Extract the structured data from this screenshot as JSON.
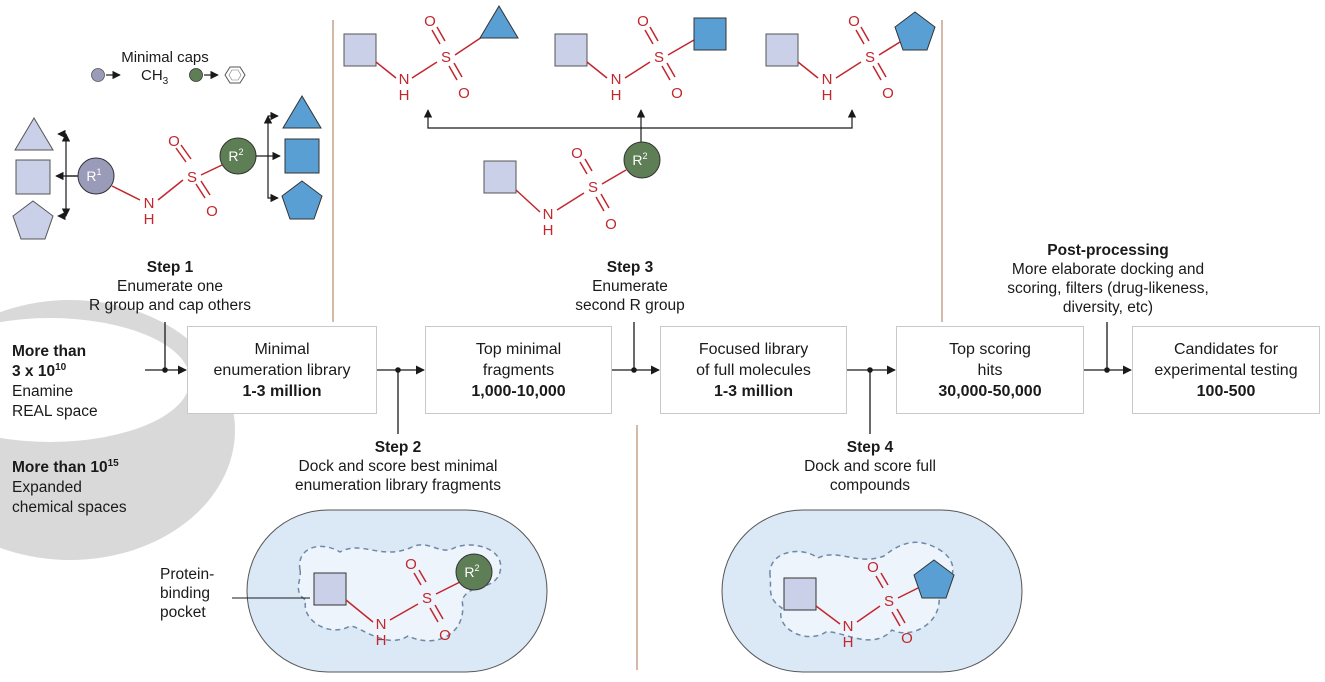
{
  "caps": {
    "title": "Minimal caps",
    "ch3": "CH",
    "ch3_sub": "3"
  },
  "atoms": {
    "r1": "R",
    "r1_sup": "1",
    "r2": "R",
    "r2_sup": "2",
    "o": "O",
    "s": "S",
    "n": "N",
    "h": "H"
  },
  "spaces": {
    "real": {
      "line1": "More than",
      "line2": "3 x 10",
      "line2_sup": "10",
      "line3": "Enamine",
      "line4": "REAL space"
    },
    "expanded": {
      "line1": "More than 10",
      "line1_sup": "15",
      "line2": "Expanded",
      "line3": "chemical spaces"
    }
  },
  "steps": {
    "step1": {
      "title": "Step 1",
      "line1": "Enumerate one",
      "line2": "R group and cap others"
    },
    "step2": {
      "title": "Step 2",
      "line1": "Dock and score best minimal",
      "line2": "enumeration library fragments"
    },
    "step3": {
      "title": "Step 3",
      "line1": "Enumerate",
      "line2": "second R group"
    },
    "step4": {
      "title": "Step 4",
      "line1": "Dock and score full",
      "line2": "compounds"
    },
    "post": {
      "title": "Post-processing",
      "line1": "More elaborate docking and",
      "line2": "scoring, filters (drug-likeness,",
      "line3": "diversity, etc)"
    }
  },
  "boxes": [
    {
      "line1": "Minimal",
      "line2": "enumeration library",
      "value": "1-3 million"
    },
    {
      "line1": "Top minimal",
      "line2": "fragments",
      "value": "1,000-10,000"
    },
    {
      "line1": "Focused library",
      "line2": "of full molecules",
      "value": "1-3 million"
    },
    {
      "line1": "Top scoring",
      "line2": "hits",
      "value": "30,000-50,000"
    },
    {
      "line1": "Candidates for",
      "line2": "experimental testing",
      "value": "100-500"
    }
  ],
  "pocket": {
    "line1": "Protein-",
    "line2": "binding",
    "line3": "pocket"
  },
  "colors": {
    "bond_red": "#c1272d",
    "shape_light": "#c9d0e8",
    "shape_blue": "#5a9fd4",
    "r1_fill": "#9a9bb8",
    "r2_fill": "#5e7f55",
    "pill_fill": "#dbe8f5",
    "divider": "#d4b8a8"
  }
}
